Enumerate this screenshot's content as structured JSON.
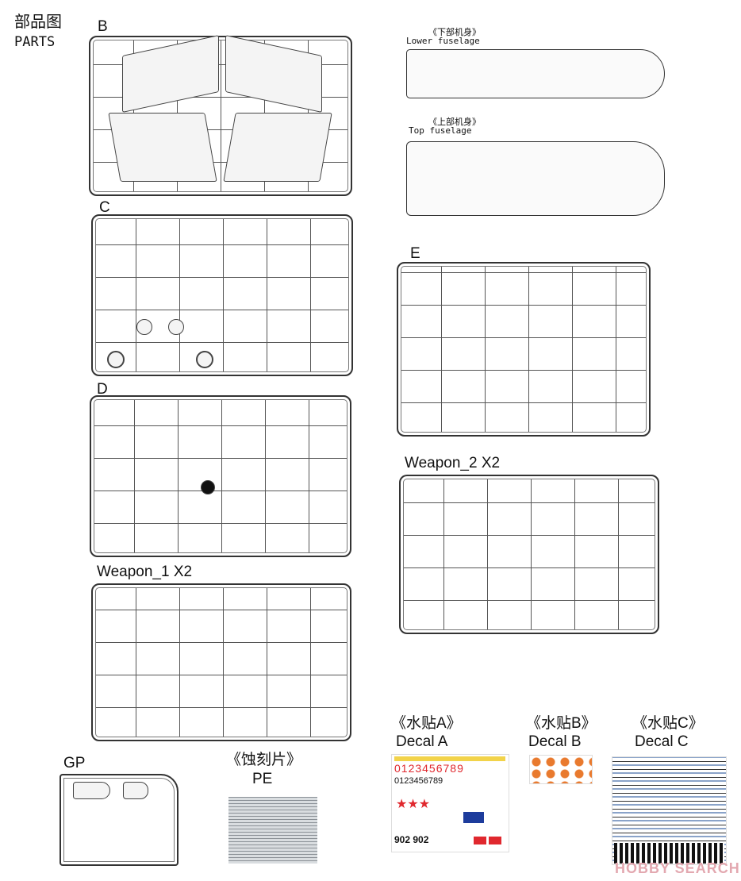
{
  "header": {
    "title_cn": "部品图",
    "title_en": "PARTS"
  },
  "sprues": {
    "b": "B",
    "c": "C",
    "d": "D",
    "e": "E",
    "weapon1": "Weapon_1  X2",
    "weapon2": "Weapon_2  X2",
    "gp": "GP"
  },
  "fuselage": {
    "lower_cn": "《下部机身》",
    "lower_en": "Lower fuselage",
    "top_cn": "《上部机身》",
    "top_en": "Top fuselage"
  },
  "pe": {
    "cn": "《蚀刻片》",
    "en": "PE"
  },
  "decals": [
    {
      "cn": "《水贴A》",
      "en": "Decal A",
      "sample": "0123456789",
      "code": "902 902"
    },
    {
      "cn": "《水贴B》",
      "en": "Decal B"
    },
    {
      "cn": "《水贴C》",
      "en": "Decal C"
    }
  ],
  "watermark": "HOBBY SEARCH",
  "colors": {
    "decal_red": "#e0282e",
    "decal_yellow": "#f2d34a",
    "decal_blue": "#1d3c9c"
  }
}
